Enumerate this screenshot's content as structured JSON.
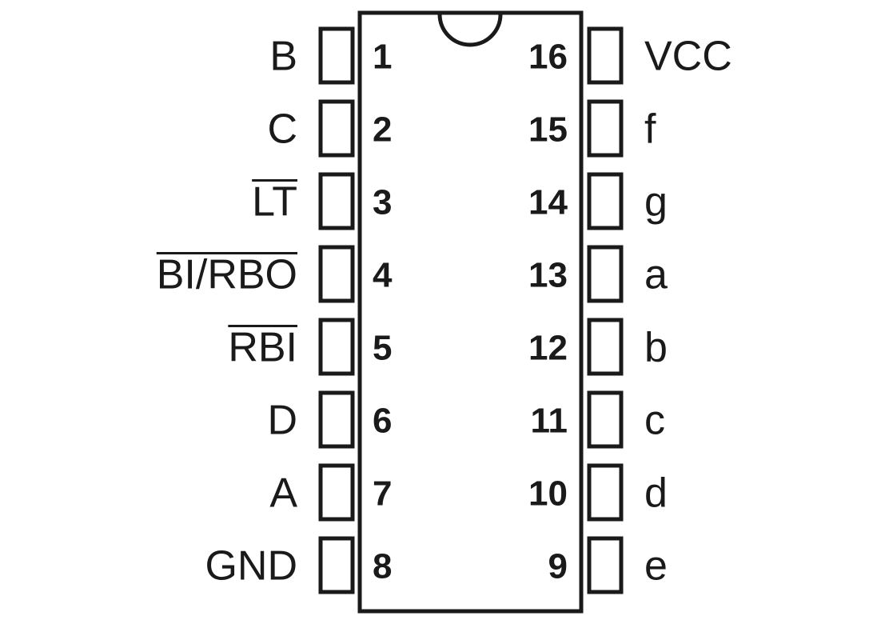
{
  "chip": {
    "left_pins": [
      {
        "number": "1",
        "label": "B",
        "overbar": false
      },
      {
        "number": "2",
        "label": "C",
        "overbar": false
      },
      {
        "number": "3",
        "label": "LT",
        "overbar": true
      },
      {
        "number": "4",
        "label": "BI/RBO",
        "overbar": true
      },
      {
        "number": "5",
        "label": "RBI",
        "overbar": true
      },
      {
        "number": "6",
        "label": "D",
        "overbar": false
      },
      {
        "number": "7",
        "label": "A",
        "overbar": false
      },
      {
        "number": "8",
        "label": "GND",
        "overbar": false
      }
    ],
    "right_pins": [
      {
        "number": "16",
        "label": "VCC",
        "overbar": false
      },
      {
        "number": "15",
        "label": "f",
        "overbar": false
      },
      {
        "number": "14",
        "label": "g",
        "overbar": false
      },
      {
        "number": "13",
        "label": "a",
        "overbar": false
      },
      {
        "number": "12",
        "label": "b",
        "overbar": false
      },
      {
        "number": "11",
        "label": "c",
        "overbar": false
      },
      {
        "number": "10",
        "label": "d",
        "overbar": false
      },
      {
        "number": "9",
        "label": "e",
        "overbar": false
      }
    ]
  }
}
